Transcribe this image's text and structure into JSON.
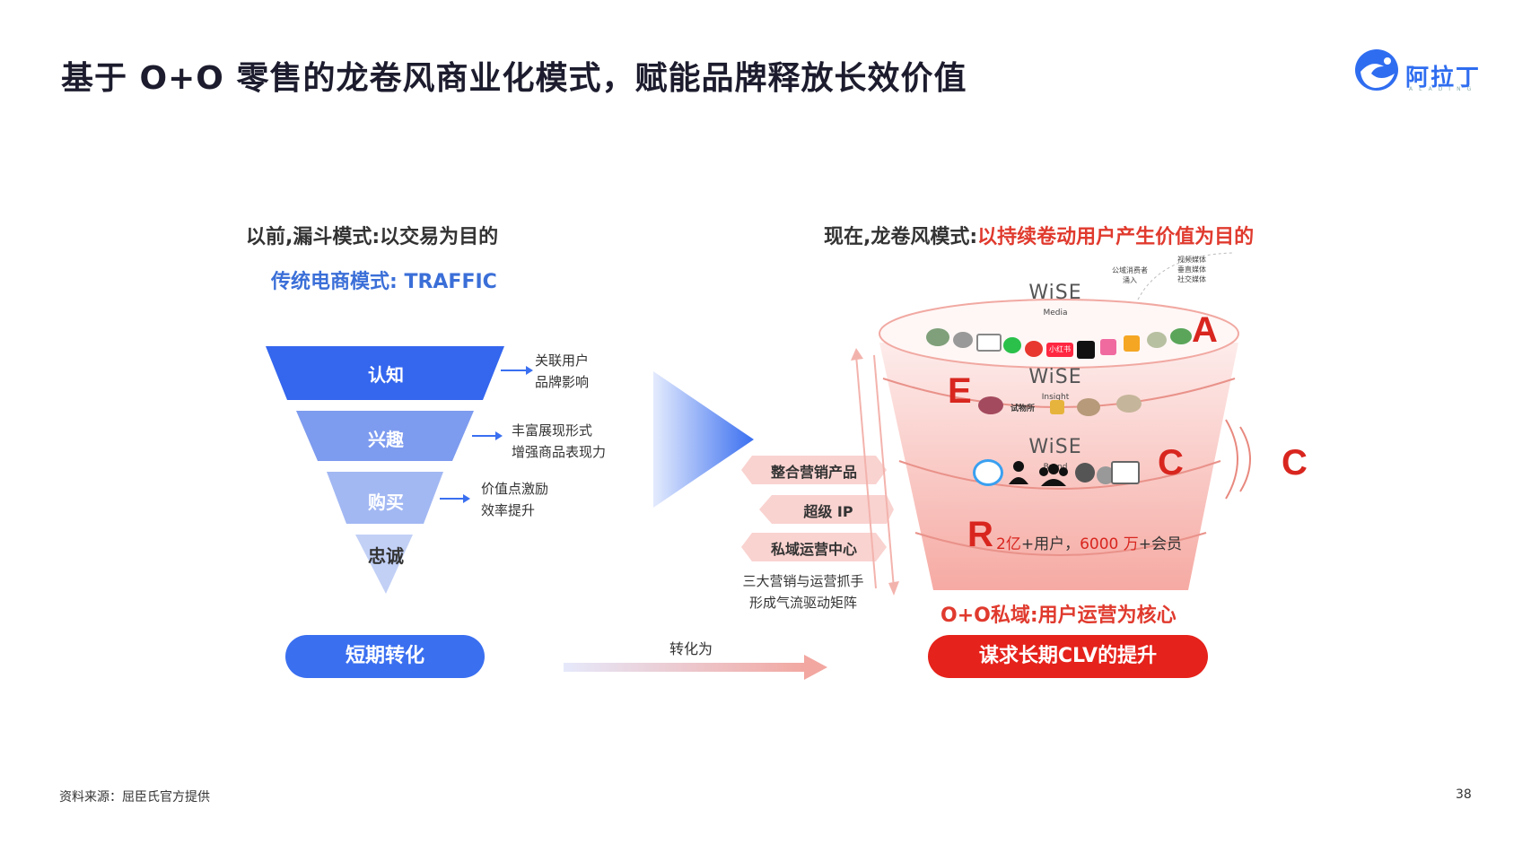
{
  "title": "基于 O+O 零售的龙卷风商业化模式，赋能品牌释放长效价值",
  "logo": {
    "name": "阿拉丁",
    "sub": "ALADING"
  },
  "left": {
    "heading": "以前,漏斗模式:以交易为目的",
    "subheading": "传统电商模式: TRAFFIC",
    "funnel": [
      {
        "label": "认知",
        "note_lines": [
          "关联用户",
          "品牌影响"
        ]
      },
      {
        "label": "兴趣",
        "note_lines": [
          "丰富展现形式",
          "增强商品表现力"
        ]
      },
      {
        "label": "购买",
        "note_lines": [
          "价值点激励",
          "效率提升"
        ]
      },
      {
        "label": "忠诚",
        "note_lines": []
      }
    ],
    "result_pill": "短期转化"
  },
  "middle": {
    "arrow_label": "转化为",
    "tags": [
      "整合营销产品",
      "超级 IP",
      "私域运营中心"
    ],
    "caption_lines": [
      "三大营销与运营抓手",
      "形成气流驱动矩阵"
    ]
  },
  "right": {
    "heading_prefix": "现在,龙卷风模式:",
    "heading_highlight": "以持续卷动用户产生价值为目的",
    "public_domain_lines": [
      "公域消费者",
      "涌入"
    ],
    "media_types": [
      "视频媒体",
      "垂直媒体",
      "社交媒体"
    ],
    "layers": [
      {
        "brand": "WiSE",
        "sub": "Media",
        "letter": "A"
      },
      {
        "brand": "WiSE",
        "sub": "Insight",
        "letter": "E"
      },
      {
        "brand": "WiSE",
        "sub": "Brand",
        "letter": "C"
      }
    ],
    "outer_letter": "C",
    "r_letter": "R",
    "r_text_parts": [
      "2亿",
      "+用户，",
      "6000 万",
      "+会员"
    ],
    "core_text": "O+O私域:用户运营为核心",
    "result_pill": "谋求长期CLV的提升",
    "insight_logo_text": "试物所",
    "media_logo_text": "小红书"
  },
  "footer": {
    "source": "资料来源：屈臣氏官方提供",
    "page": "38"
  },
  "colors": {
    "accent_blue": "#3a6ff0",
    "accent_red": "#e5221b",
    "funnel_light": "#a9bdf5"
  }
}
